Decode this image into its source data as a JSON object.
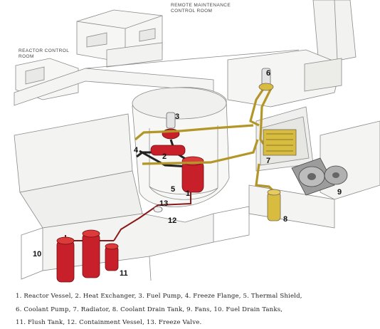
{
  "room_labels": {
    "remote_maintenance": "REMOTE MAINTENANCE\nCONTROL ROOM",
    "reactor_control": "REACTOR CONTROL\nROOM"
  },
  "component_numbers": [
    "1",
    "2",
    "3",
    "4",
    "5",
    "6",
    "7",
    "8",
    "9",
    "10",
    "11",
    "12",
    "13"
  ],
  "caption_lines": [
    "1.  Reactor Vessel, 2.  Heat Exchanger, 3.  Fuel Pump, 4.  Freeze Flange, 5.  Thermal Shield,",
    "6.  Coolant Pump, 7.  Radiator, 8.  Coolant Drain Tank, 9.  Fans, 10.  Fuel Drain Tanks,",
    "11.  Flush Tank, 12.  Containment Vessel, 13.  Freeze Valve."
  ],
  "colors": {
    "fuel_salt": "#c8202a",
    "coolant_salt": "#d8bc40",
    "structure_line": "#8a8a8a",
    "fan_gray": "#9c9c9c"
  }
}
